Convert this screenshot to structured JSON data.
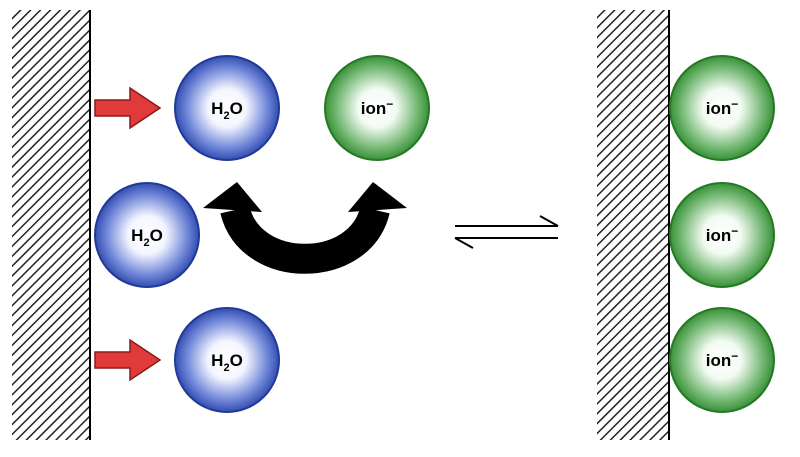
{
  "colors": {
    "water": "#2a44a8",
    "ion": "#2f8a2f",
    "arrow_push": "#e03a3a",
    "arrow_swap": "#000000",
    "electrode_hatch": "#222222",
    "background": "#ffffff"
  },
  "labels": {
    "water": {
      "main": "H",
      "sub": "2",
      "tail": "O"
    },
    "ion": {
      "main": "ion",
      "sup": "−"
    }
  },
  "equilibrium_symbol": "⇌"
}
